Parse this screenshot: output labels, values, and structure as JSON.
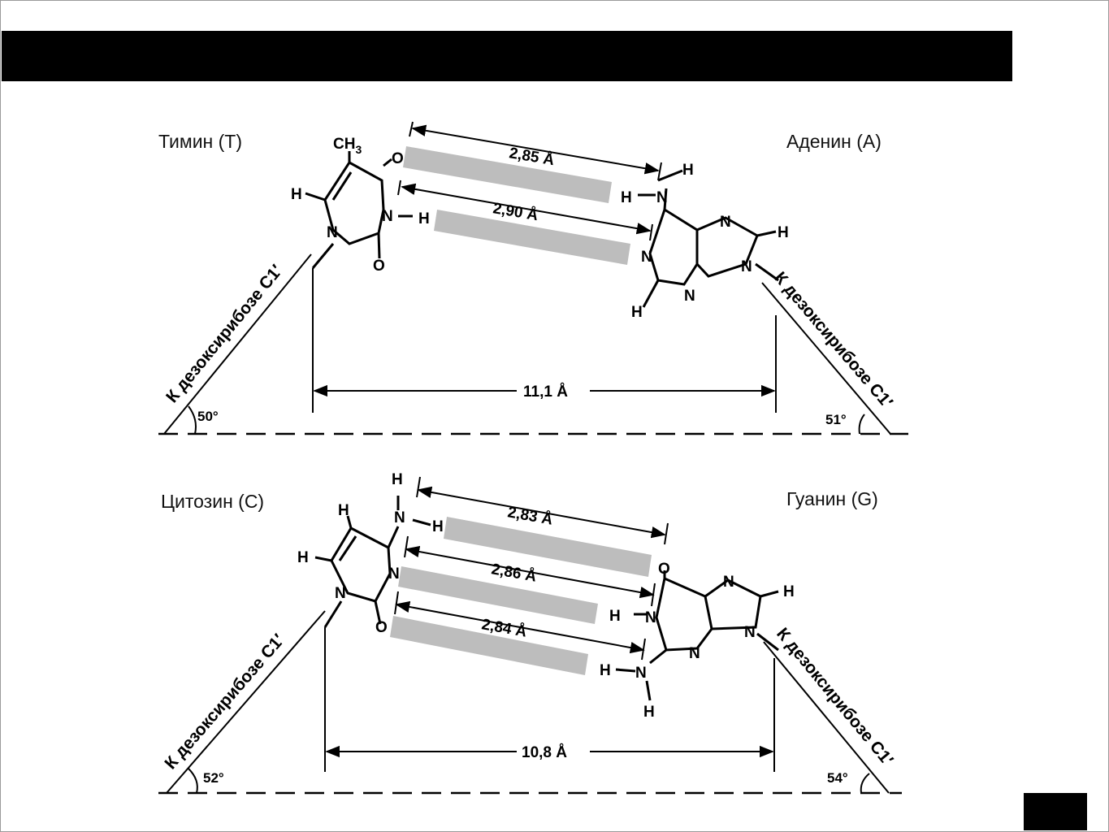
{
  "pair1": {
    "left_label": "Тимин (Т)",
    "right_label": "Аденин (А)",
    "dist_1": "2,85 Å",
    "dist_2": "2,90 Å",
    "dist_c1": "11,1 Å",
    "angle_left": "50°",
    "angle_right": "51°",
    "sugar_left": "К дезоксирибозе C1′",
    "sugar_right": "К дезоксирибозе C1′"
  },
  "pair2": {
    "left_label": "Цитозин (С)",
    "right_label": "Гуанин (G)",
    "dist_1": "2,83 Å",
    "dist_2": "2,86 Å",
    "dist_3": "2,84 Å",
    "dist_c1": "10,8 Å",
    "angle_left": "52°",
    "angle_right": "54°",
    "sugar_left": "К дезоксирибозе C1′",
    "sugar_right": "К дезоксирибозе C1′"
  },
  "atoms": {
    "ch3": "CH3",
    "o": "O",
    "n": "N",
    "h": "H"
  },
  "colors": {
    "bar": "#000000",
    "hbond_shade": "#bdbdbd"
  }
}
